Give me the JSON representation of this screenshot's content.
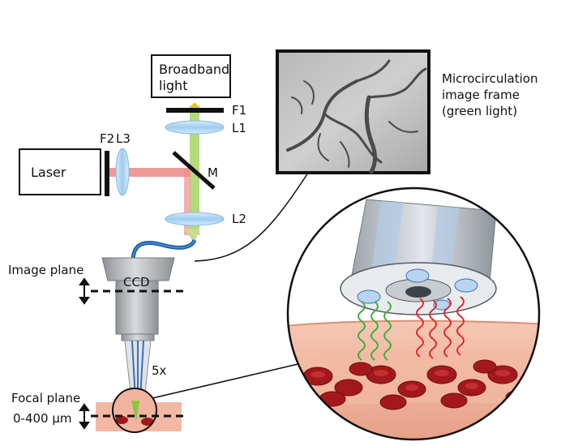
{
  "labels": {
    "broadband_line1": "Broadband",
    "broadband_line2": "light",
    "f1": "F1",
    "l1": "L1",
    "f2": "F2",
    "l3": "L3",
    "laser": "Laser",
    "m": "M",
    "l2": "L2",
    "image_plane": "Image plane",
    "ccd": "CCD",
    "magnification": "5x",
    "focal_plane": "Focal plane",
    "depth_range": "0-400 µm",
    "micro_line1": "Microcirculation",
    "micro_line2": "image frame",
    "micro_line3": "(green light)"
  },
  "colors": {
    "green_light": "#8cc63f",
    "red_laser": "#e8736f",
    "cable_blue": "#1f5fa8",
    "tissue": "#efb39a",
    "blood_cell": "#a3191b",
    "metal": "#b9bcc0"
  }
}
